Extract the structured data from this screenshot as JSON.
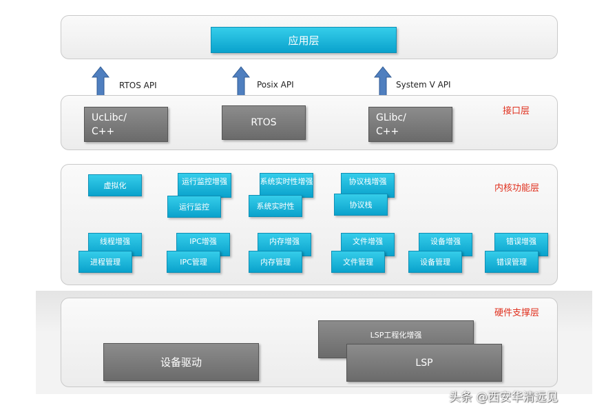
{
  "application_layer": {
    "title": "应用层"
  },
  "interface_layer": {
    "label": "接口层",
    "apis": [
      "RTOS API",
      "Posix API",
      "System V API"
    ],
    "boxes": [
      {
        "line1": "UcLibc/",
        "line2": "C++"
      },
      {
        "line1": "RTOS"
      },
      {
        "line1": "GLibc/",
        "line2": "C++"
      }
    ]
  },
  "kernel_layer": {
    "label": "内核功能层",
    "virtualization": "虚拟化",
    "monitor_enhance": "运行监控增强",
    "monitor": "运行监控",
    "realtime_enhance": "系统实时性增强",
    "realtime": "系统实时性",
    "protocol_enhance": "协议栈增强",
    "protocol": "协议栈",
    "thread_enhance": "线程增强",
    "process_mgmt": "进程管理",
    "ipc_enhance": "IPC增强",
    "ipc_mgmt": "IPC管理",
    "memory_enhance": "内存增强",
    "memory_mgmt": "内存管理",
    "file_enhance": "文件增强",
    "file_mgmt": "文件管理",
    "device_enhance": "设备增强",
    "device_mgmt": "设备管理",
    "error_enhance": "错误增强",
    "error_mgmt": "错误管理"
  },
  "hardware_layer": {
    "label": "硬件支撑层",
    "device_driver": "设备驱动",
    "lsp_enhance": "LSP工程化增强",
    "lsp": "LSP"
  },
  "watermark": "头条 @西安华清远见",
  "colors": {
    "accent_cyan": "#1ab4dc",
    "box_gray": "#7a7a7a",
    "label_red": "#e0301e",
    "arrow_blue": "#4f7fbf"
  }
}
